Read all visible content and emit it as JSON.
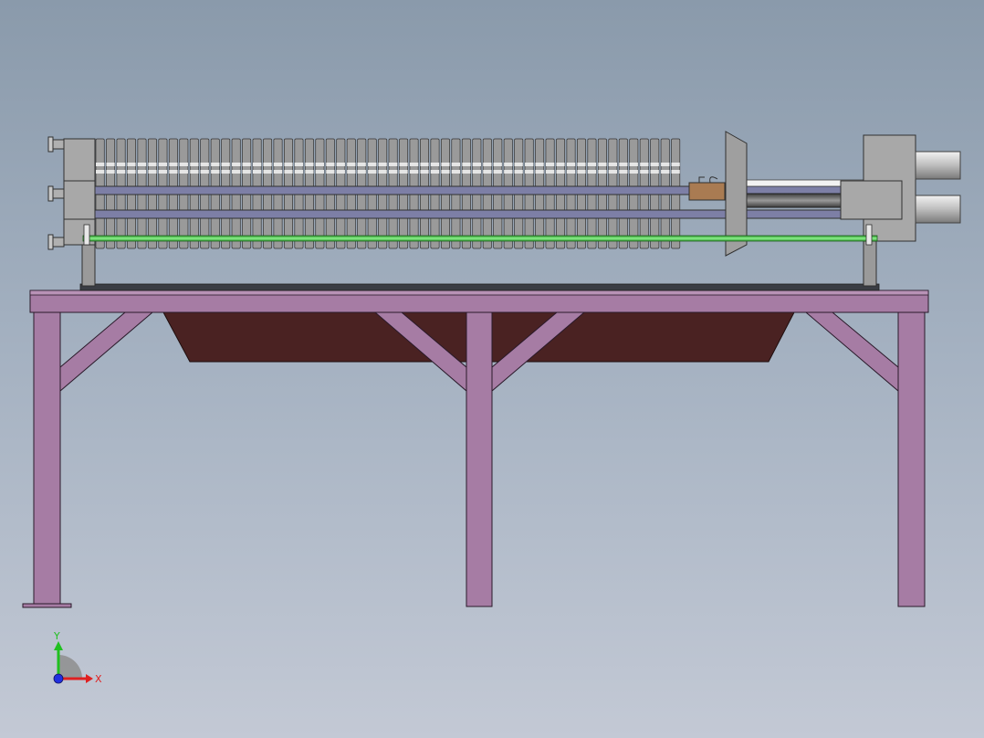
{
  "viewport": {
    "background_top": "#8a9aab",
    "background_bottom": "#c3c9d5"
  },
  "model": {
    "frame_color": "#a67ca4",
    "tray_color": "#4a2222",
    "plate_color": "#9a9a9a",
    "beam_color": "#7d7fa6",
    "green_rod_color": "#52d652",
    "head_color": "#a8a8a8",
    "cylinder_color": "#d8d8d8",
    "block_color": "#a97b52",
    "filter_plate_count": 56
  },
  "triad": {
    "x_label": "X",
    "y_label": "Y",
    "x_color": "#e02020",
    "y_color": "#20c020",
    "z_color": "#2030e0"
  }
}
